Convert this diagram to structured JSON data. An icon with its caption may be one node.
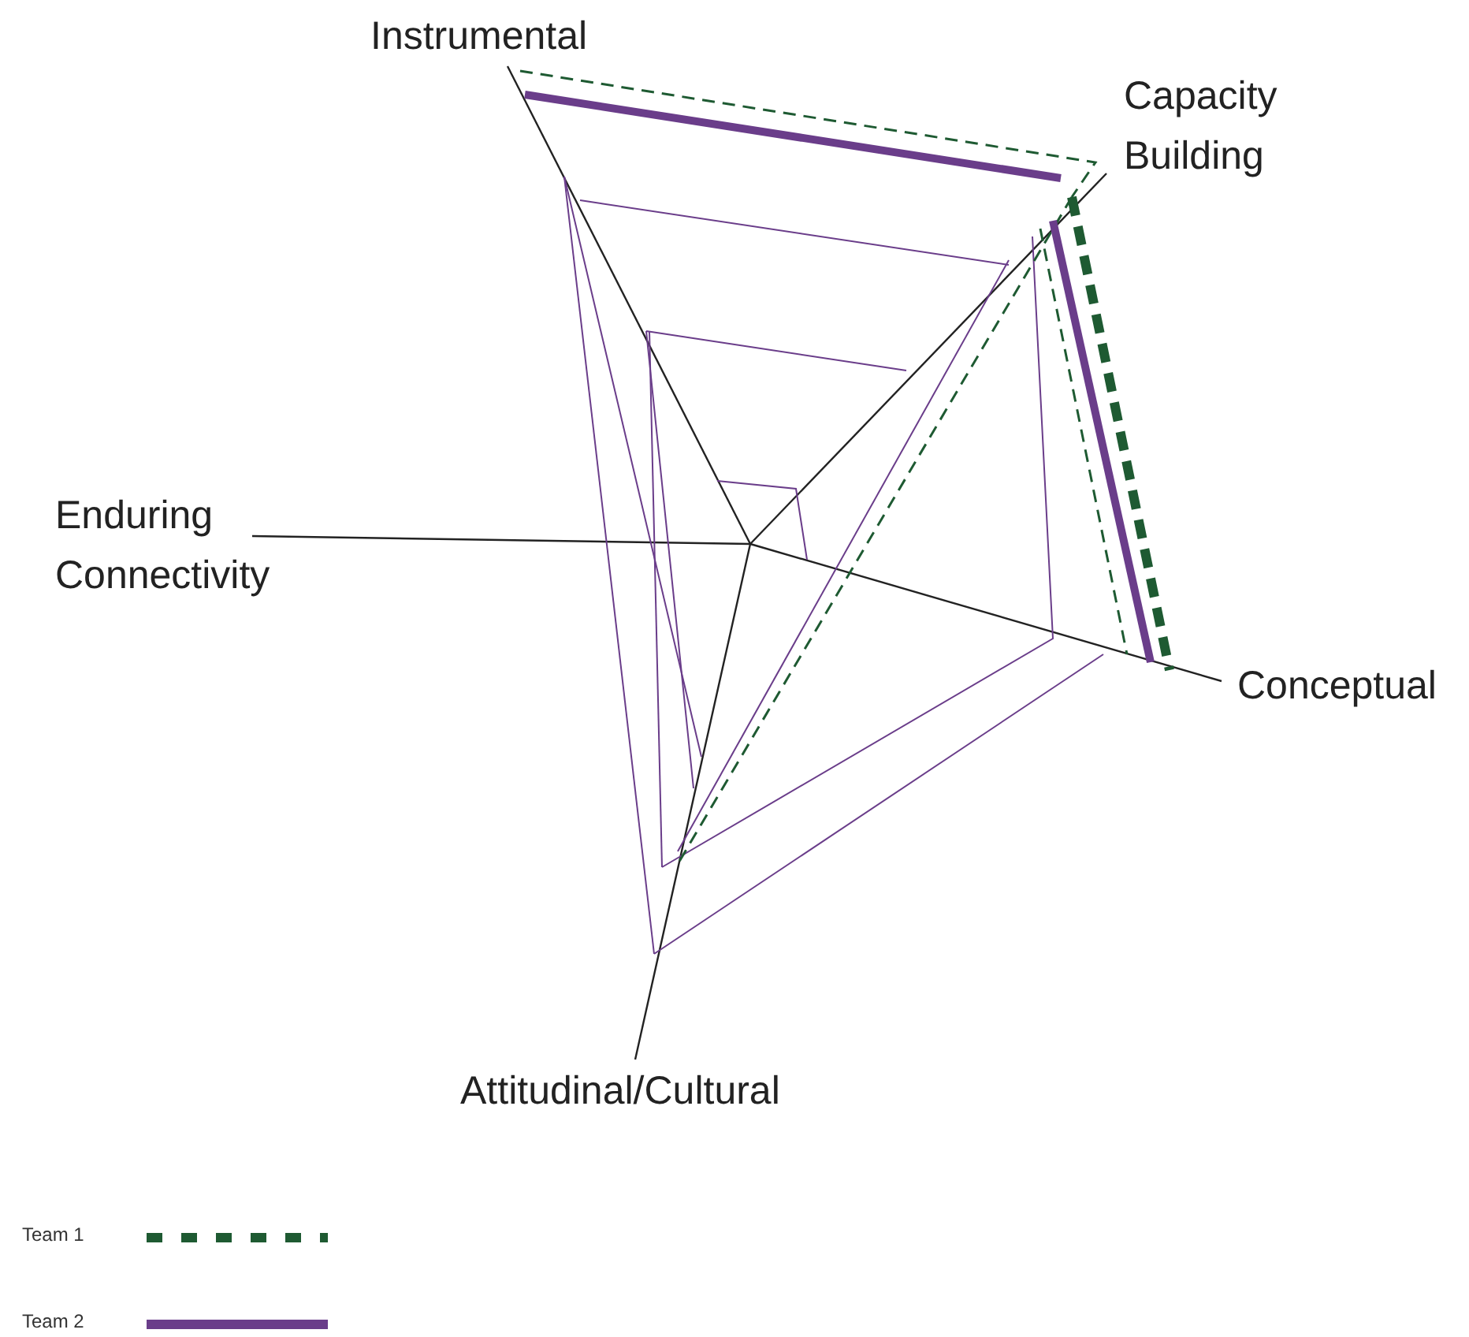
{
  "diagram": {
    "labels": [
      "Instrumental",
      "Capacity Building",
      "Enduring Connectivity",
      "Conceptual",
      "Attitudinal/Cultural"
    ],
    "legend": [
      {
        "text": "Team 1"
      },
      {
        "text": "Team 2"
      }
    ]
  }
}
